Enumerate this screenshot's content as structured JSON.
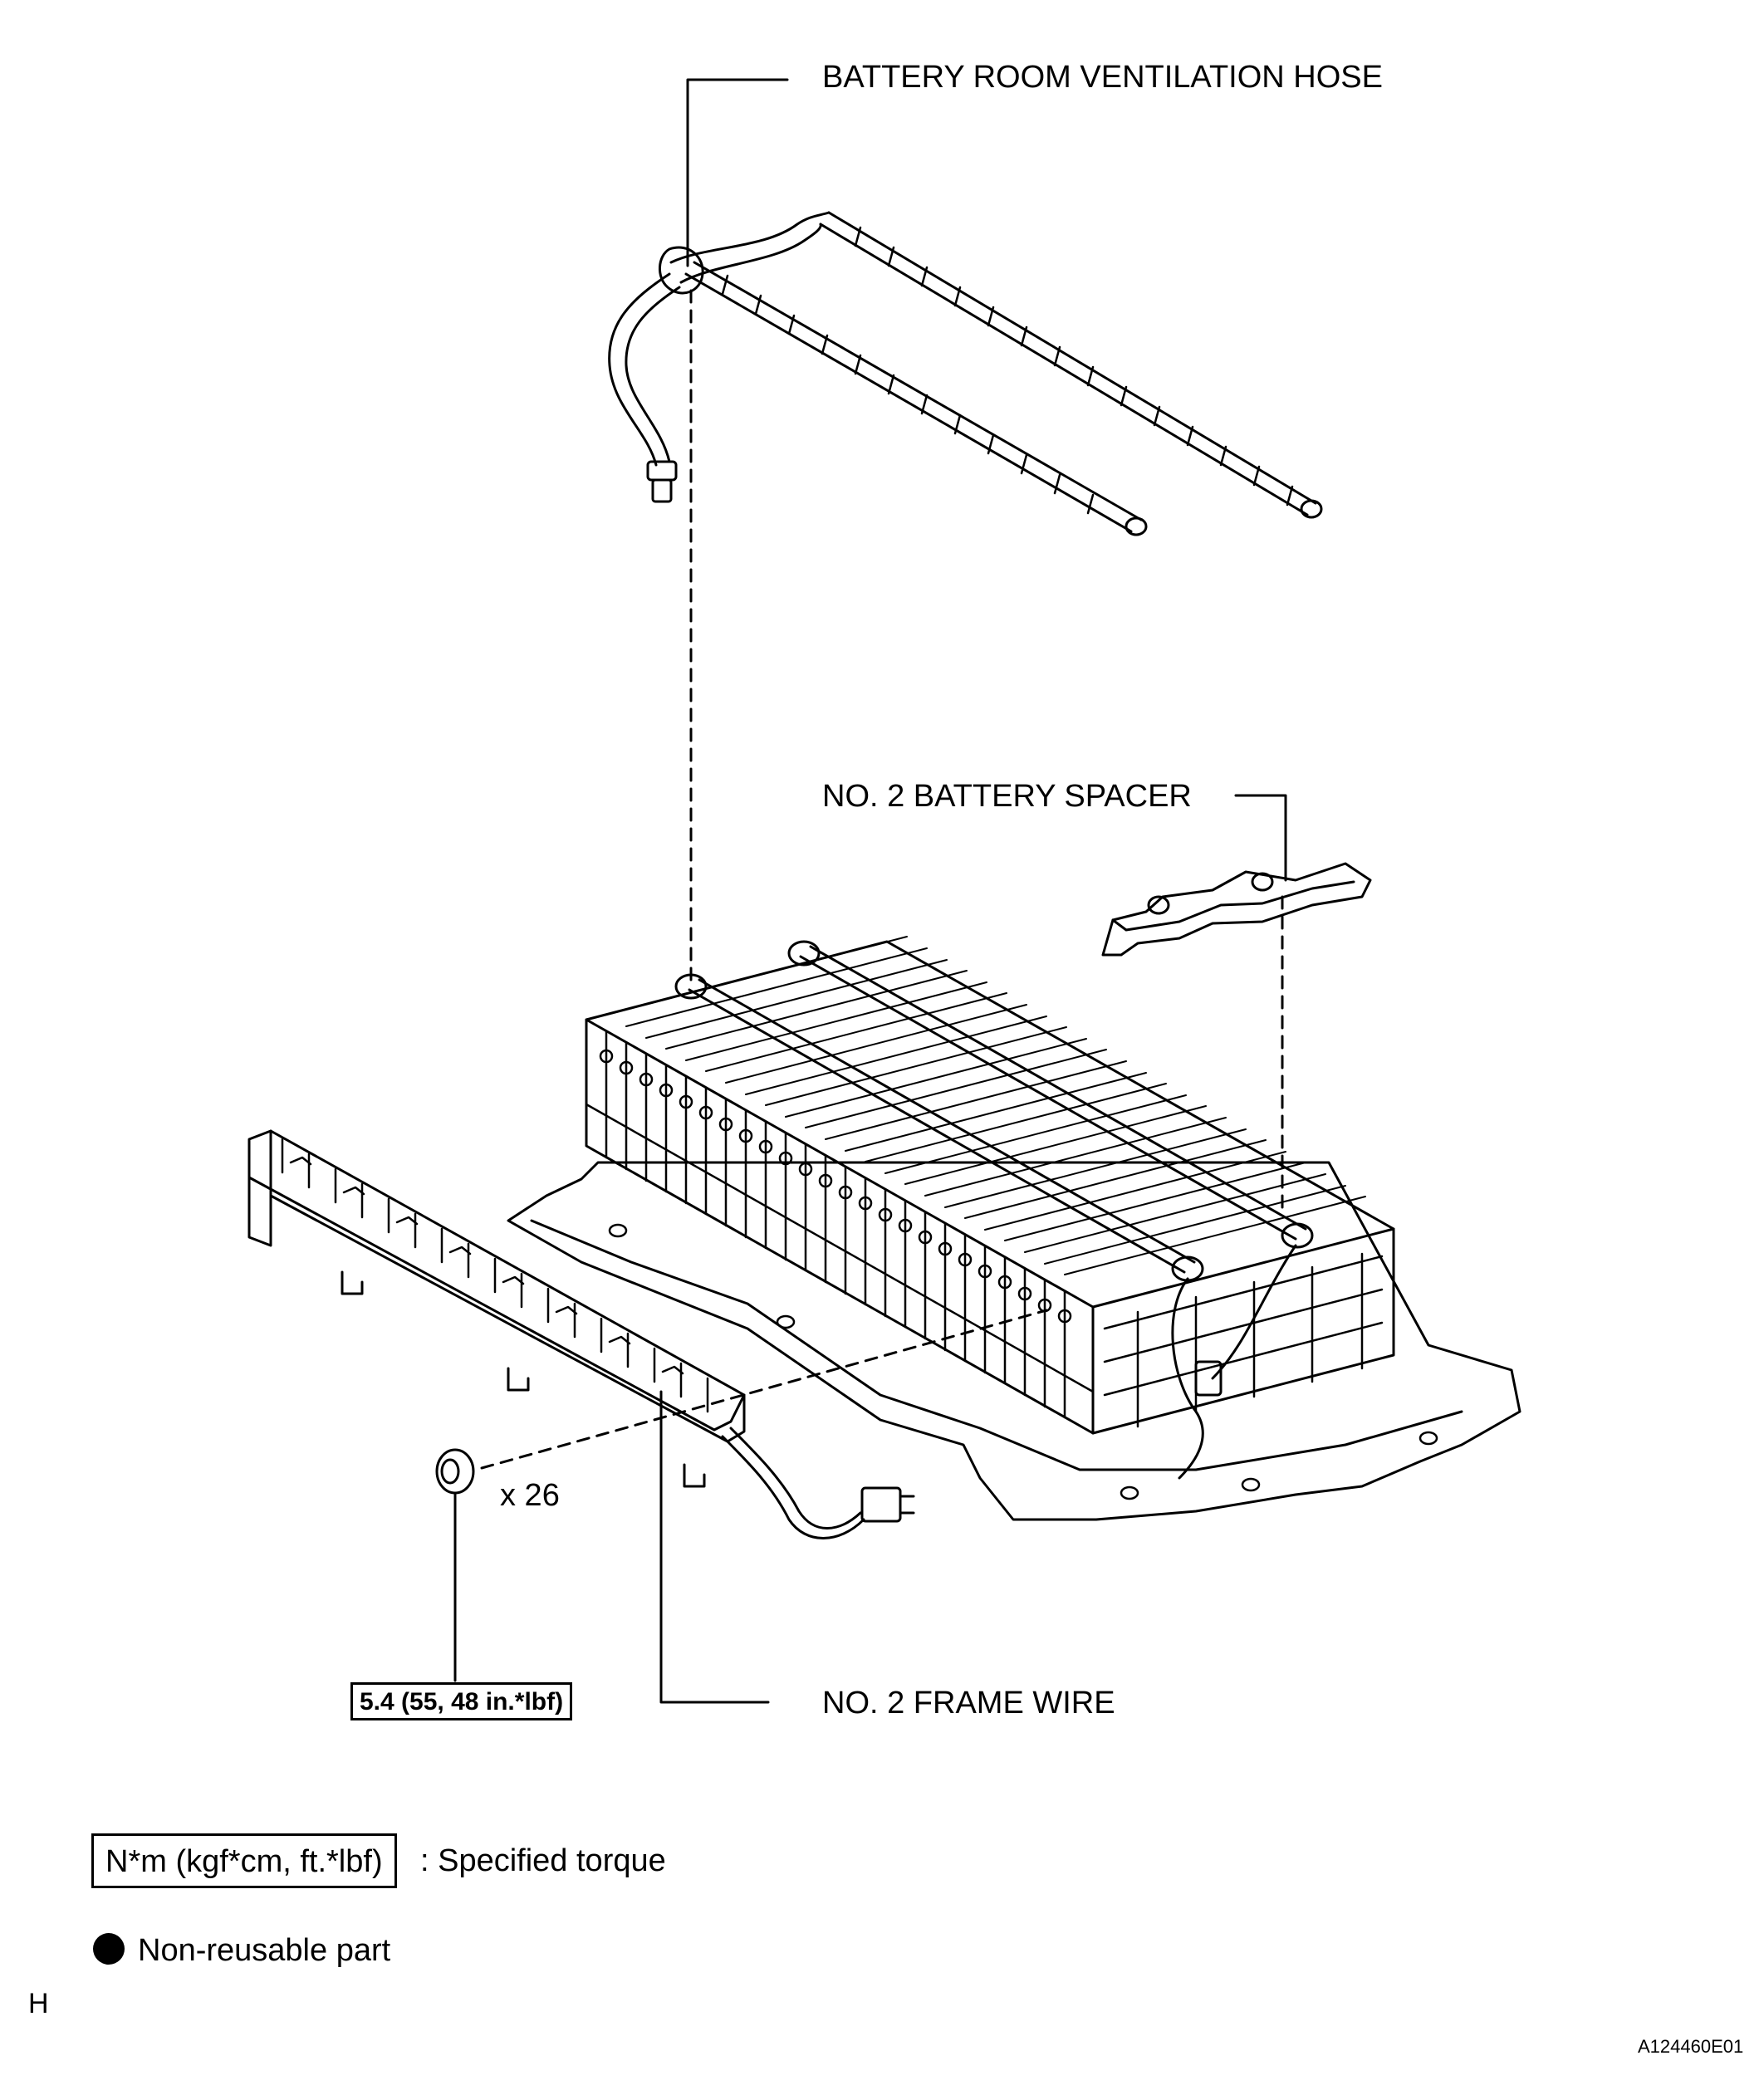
{
  "callouts": {
    "ventilation_hose": "BATTERY ROOM VENTILATION HOSE",
    "battery_spacer": "NO. 2 BATTERY SPACER",
    "frame_wire": "NO. 2 FRAME WIRE",
    "nut_quantity": "x 26",
    "nut_torque": "5.4 (55, 48 in.*lbf)"
  },
  "legend": {
    "torque_box": "N*m (kgf*cm, ft.*lbf)",
    "torque_desc": ": Specified torque",
    "non_reusable": "Non-reusable part"
  },
  "footer": {
    "left_code": "H",
    "figure_id": "A124460E01"
  }
}
